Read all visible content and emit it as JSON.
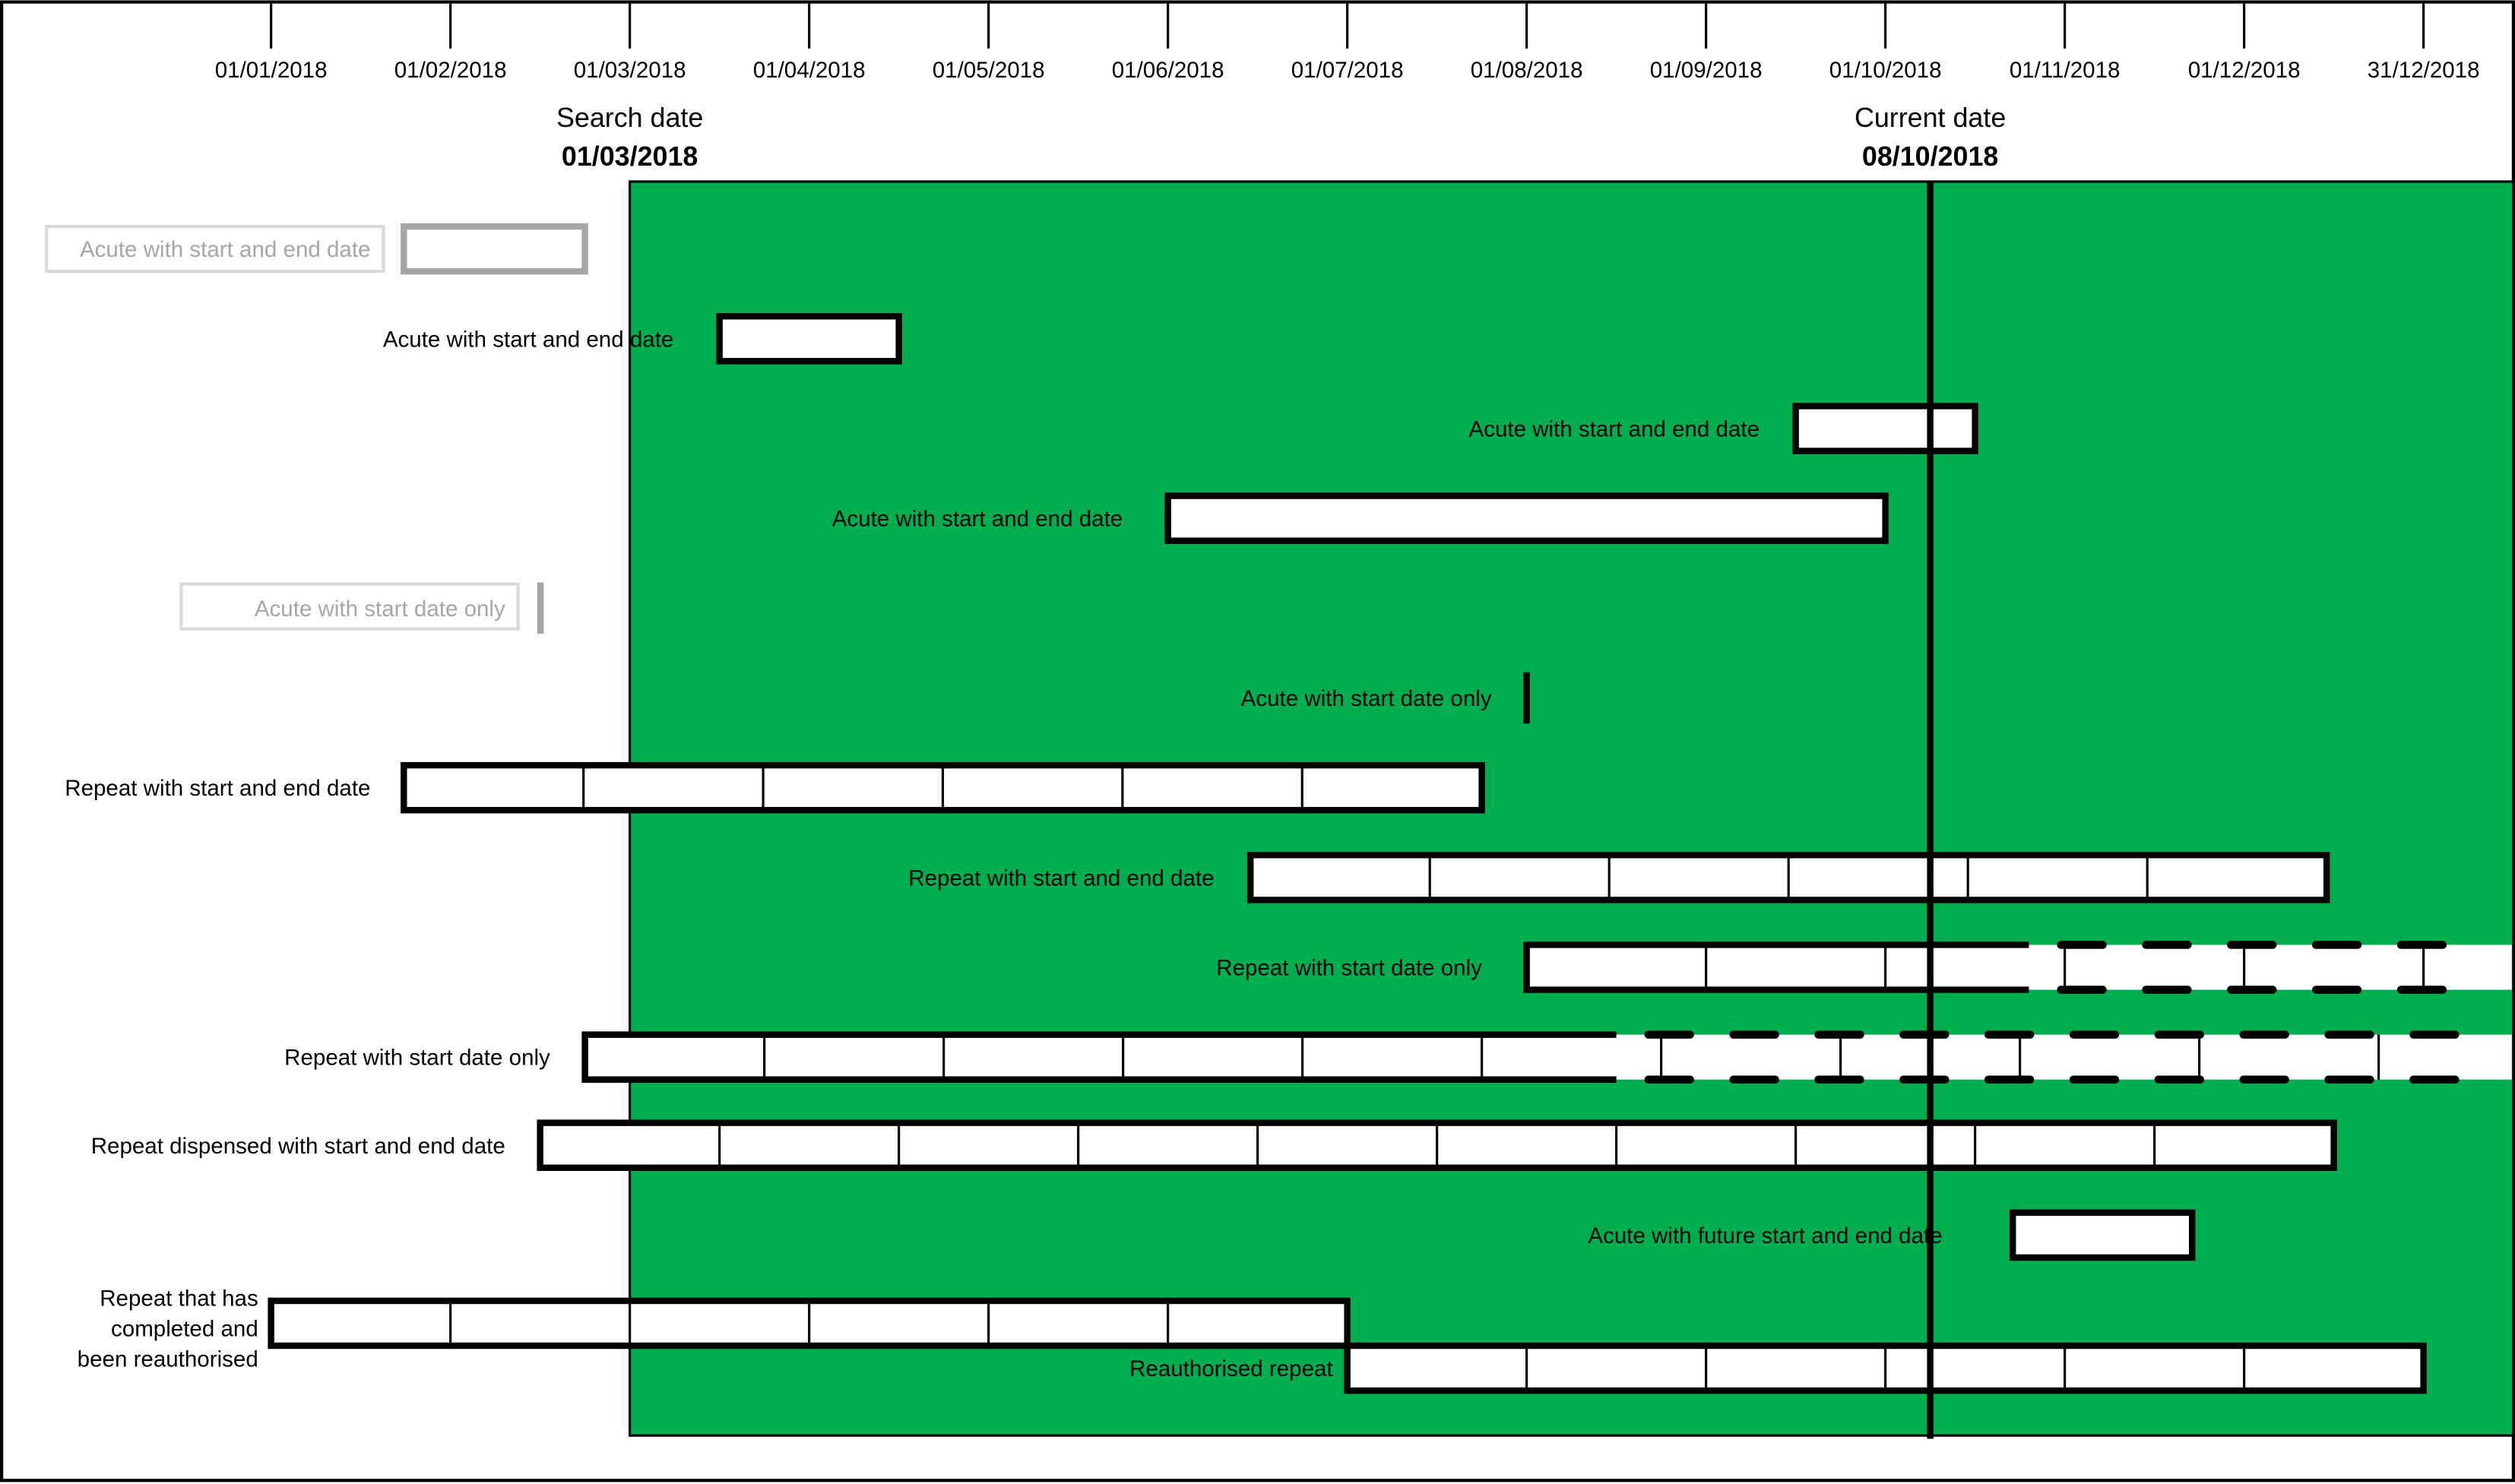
{
  "colors": {
    "search_window": "#00AE4F",
    "bar_fill": "#ffffff",
    "bar_stroke": "#000000",
    "legend_grey": "#a6a6a6"
  },
  "axis": {
    "ticks": [
      "01/01/2018",
      "01/02/2018",
      "01/03/2018",
      "01/04/2018",
      "01/05/2018",
      "01/06/2018",
      "01/07/2018",
      "01/08/2018",
      "01/09/2018",
      "01/10/2018",
      "01/11/2018",
      "01/12/2018",
      "31/12/2018"
    ]
  },
  "markers": {
    "search": {
      "title": "Search date",
      "date": "01/03/2018",
      "month": 2
    },
    "current": {
      "title": "Current date",
      "date": "08/10/2018",
      "month": 9.25
    }
  },
  "legend": [
    {
      "label": "Acute with start and end date",
      "start": 0.74,
      "end": 1.75
    },
    {
      "label": "Acute with start date only",
      "start": 1.5,
      "end": 1.5
    }
  ],
  "rows": [
    {
      "label": "Acute with start and end date",
      "start": 2.5,
      "end": 3.5,
      "segments": 1
    },
    {
      "label": "Acute with start and end date",
      "start": 8.5,
      "end": 9.5,
      "segments": 1
    },
    {
      "label": "Acute with start and end date",
      "start": 5,
      "end": 9,
      "segments": 1
    },
    {
      "label": "Acute with start date only",
      "start": 7,
      "end": 7,
      "segments": 0
    },
    {
      "label": "Repeat with start and end date",
      "start": 0.74,
      "end": 6.75,
      "segments": 6
    },
    {
      "label": "Repeat with start and end date",
      "start": 5.46,
      "end": 11.46,
      "segments": 6
    },
    {
      "label": "Repeat with start date only",
      "start": 7,
      "solid_until": 9.8,
      "open_ended": true,
      "segments": 1
    },
    {
      "label": "Repeat with start date only",
      "start": 1.75,
      "solid_until": 7.5,
      "open_ended": true,
      "segments": 1
    },
    {
      "label": "Repeat dispensed with start and end date",
      "start": 1.5,
      "end": 11.5,
      "segments": 10
    },
    {
      "label": "Acute with future start and end date",
      "start": 9.71,
      "end": 10.71,
      "segments": 1
    },
    {
      "label": [
        "Repeat that has",
        "completed and",
        "been reauthorised"
      ],
      "start": 0,
      "end": 6,
      "segments": 6
    },
    {
      "label": "Reauthorised repeat",
      "start": 6,
      "end": 12,
      "segments": 6
    }
  ]
}
